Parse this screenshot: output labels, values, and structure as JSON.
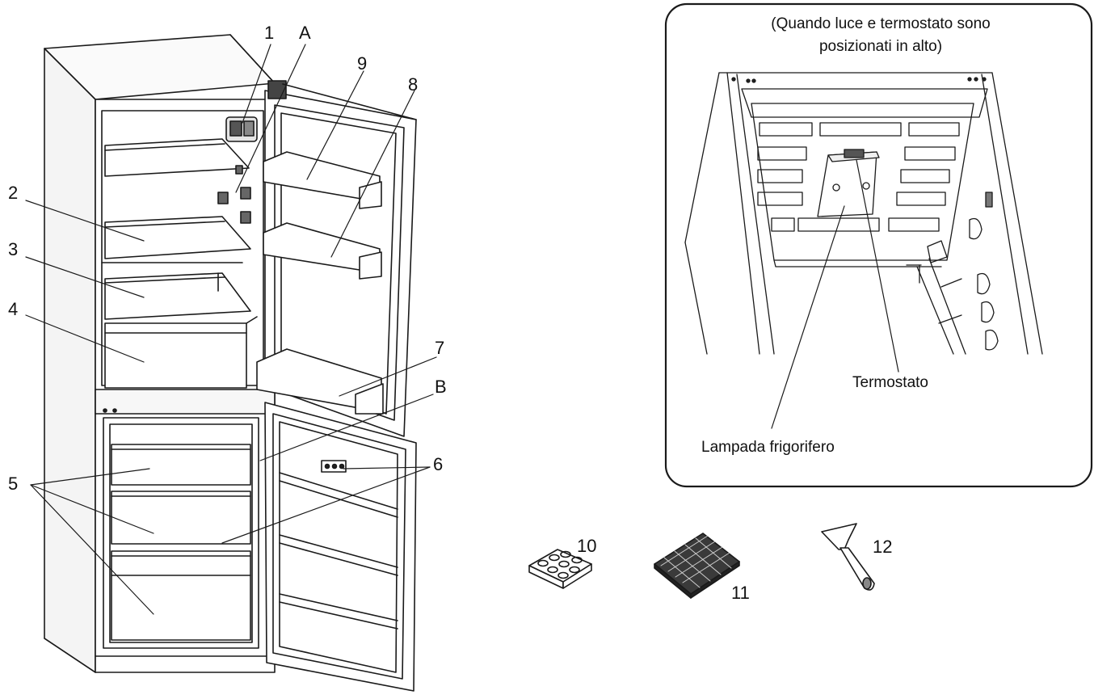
{
  "callouts": {
    "c1": "1",
    "cA": "A",
    "c9": "9",
    "c8": "8",
    "c2": "2",
    "c3": "3",
    "c4": "4",
    "c7": "7",
    "cB": "B",
    "c5": "5",
    "c6": "6",
    "c10": "10",
    "c11": "11",
    "c12": "12"
  },
  "inset": {
    "caption_line1": "(Quando luce e termostato sono",
    "caption_line2": "posizionati in alto)",
    "thermostat_label": "Termostato",
    "lamp_label": "Lampada frigorifero"
  }
}
